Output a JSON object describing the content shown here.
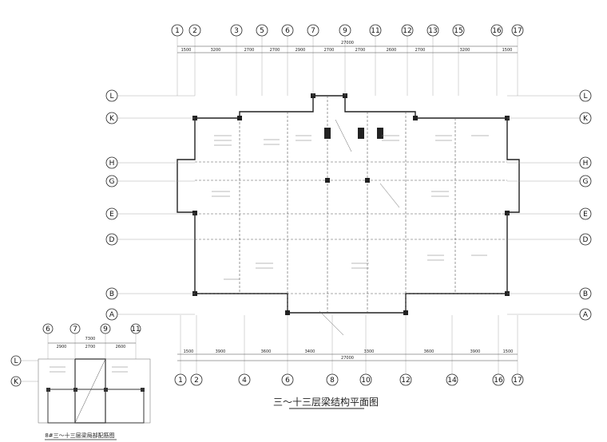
{
  "main_plan": {
    "title": "三～十三层梁结构平面图",
    "top_grid": [
      "1",
      "2",
      "3",
      "5",
      "6",
      "7",
      "9",
      "11",
      "12",
      "13",
      "15",
      "16",
      "17"
    ],
    "bottom_grid": [
      "1",
      "2",
      "4",
      "6",
      "8",
      "10",
      "12",
      "14",
      "16",
      "17"
    ],
    "rows_left": [
      "L",
      "K",
      "H",
      "G",
      "E",
      "D",
      "B",
      "A"
    ],
    "rows_right": [
      "L",
      "K",
      "H",
      "G",
      "E",
      "D",
      "B",
      "A"
    ],
    "top_total": "27000",
    "bottom_total": "27000",
    "top_dims": [
      "1500",
      "3200",
      "2700",
      "2700",
      "2900",
      "2700",
      "2700",
      "2600",
      "2700",
      "3200",
      "1500"
    ],
    "bottom_dims": [
      "1500",
      "3900",
      "3600",
      "3400",
      "3300",
      "3600",
      "3900",
      "1500"
    ]
  },
  "inset_plan": {
    "title": "8#三～十三层梁局部配筋图",
    "grid": [
      "6",
      "7",
      "9",
      "11"
    ],
    "rows": [
      "L",
      "K"
    ],
    "dims": [
      "2900",
      "2700",
      "2600"
    ],
    "total": "7300"
  }
}
